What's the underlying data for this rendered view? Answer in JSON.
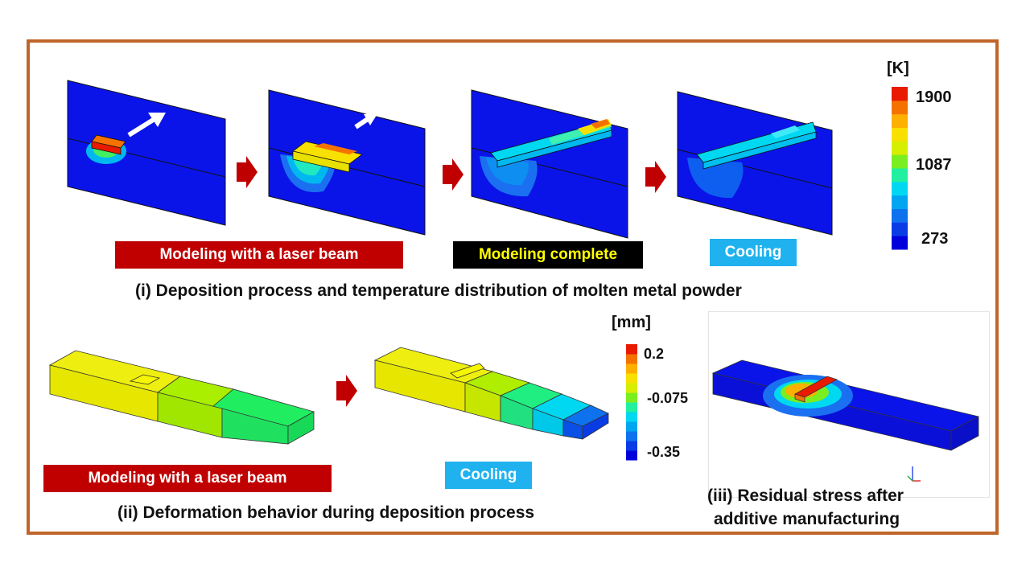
{
  "section1": {
    "labels": {
      "laser": "Modeling with a laser beam",
      "complete": "Modeling complete",
      "cooling": "Cooling"
    },
    "caption": "(i) Deposition process and temperature distribution of molten metal powder",
    "colorbar": {
      "unit": "[K]",
      "max": "1900",
      "mid": "1087",
      "min": "273"
    }
  },
  "section2": {
    "labels": {
      "laser": "Modeling with a laser beam",
      "cooling": "Cooling"
    },
    "caption": "(ii) Deformation behavior during deposition process",
    "colorbar": {
      "unit": "[mm]",
      "max": "0.2",
      "mid": "-0.075",
      "min": "-0.35"
    }
  },
  "section3": {
    "caption_line1": "(iii) Residual stress after",
    "caption_line2": "additive manufacturing"
  },
  "colors": {
    "frame": "#c0652a",
    "laser_label_bg": "#c00000",
    "complete_label_bg": "#000000",
    "complete_label_text": "#ffff00",
    "cooling_label_bg": "#1fb2ee",
    "arrow": "#c00000",
    "contour_scale": [
      "#0000dd",
      "#0a3ce6",
      "#0e72ef",
      "#00a6f0",
      "#00d8f2",
      "#20f0a0",
      "#7aee20",
      "#d6ee00",
      "#f8e000",
      "#fdb000",
      "#f57200",
      "#e81a00"
    ]
  }
}
